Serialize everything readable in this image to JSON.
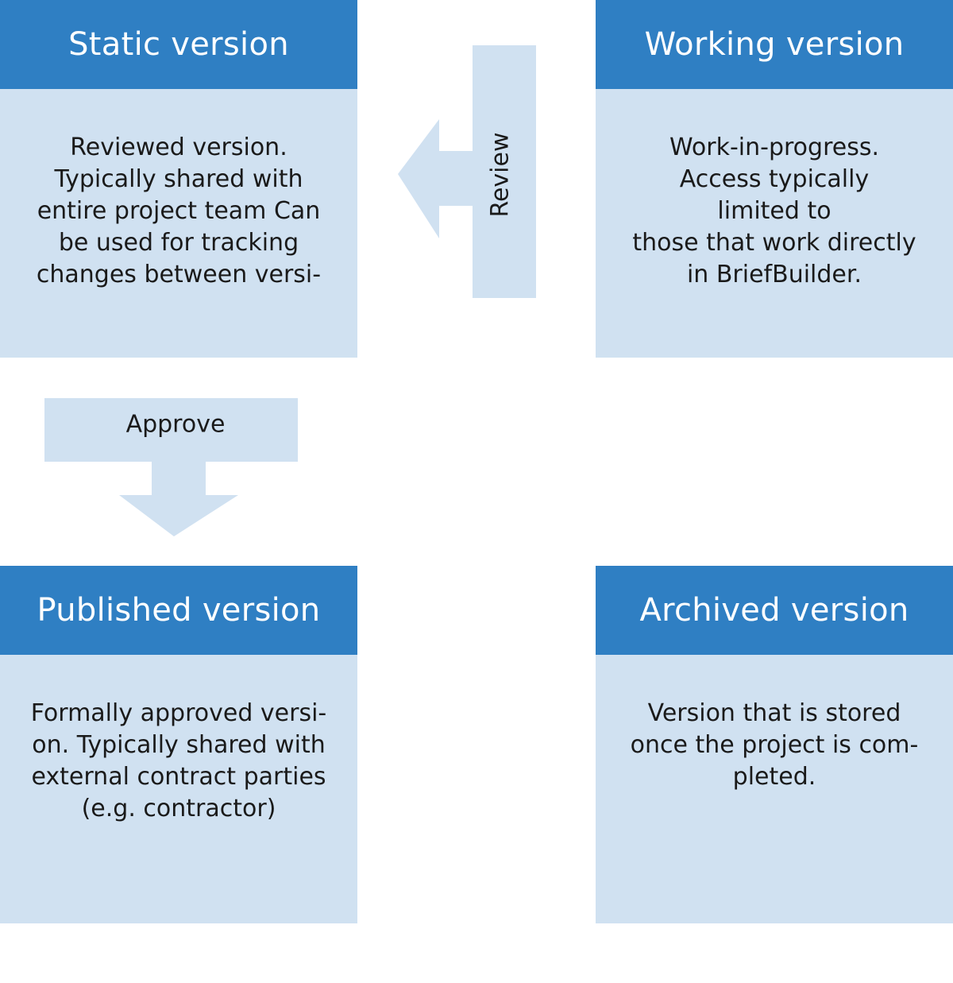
{
  "colors": {
    "header_bg": "#2f7fc3",
    "body_bg": "#d0e1f1",
    "arrow_fill": "#d0e1f1"
  },
  "cards": {
    "static": {
      "title": "Static version",
      "body": "Reviewed version.\nTypically shared with\nentire project team Can\nbe used for tracking\nchanges between versi-"
    },
    "working": {
      "title": "Working version",
      "body": "Work-in-progress.\nAccess typically\nlimited to\nthose that work directly\nin BriefBuilder."
    },
    "published": {
      "title": "Published version",
      "body": "Formally approved versi-\non. Typically shared with\nexternal contract parties\n(e.g. contractor)"
    },
    "archived": {
      "title": "Archived version",
      "body": "Version that is stored\nonce the project is com-\npleted."
    }
  },
  "arrows": {
    "review": {
      "label": "Review",
      "direction": "left"
    },
    "approve": {
      "label": "Approve",
      "direction": "down"
    }
  }
}
